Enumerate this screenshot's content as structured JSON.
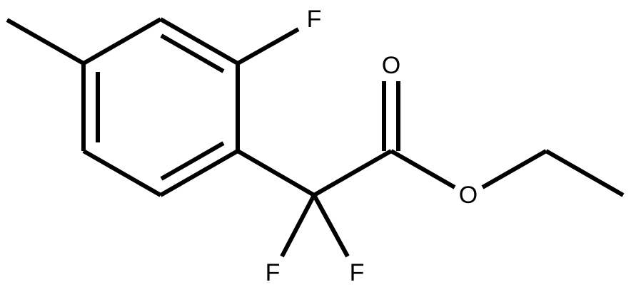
{
  "structure": {
    "atoms": {
      "f_ring": "F",
      "o_carbonyl": "O",
      "o_ester": "O",
      "f_left": "F",
      "f_right": "F"
    }
  },
  "colors": {
    "bond": "#000000",
    "label": "#000000",
    "background": "#ffffff"
  }
}
